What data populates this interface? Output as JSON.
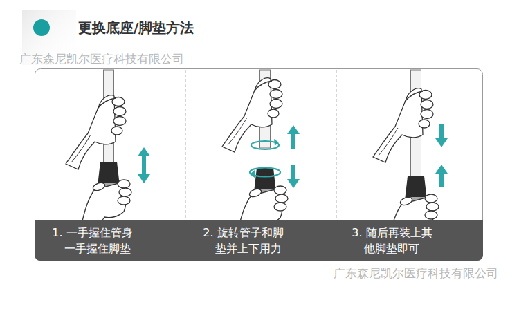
{
  "diagram": {
    "title": "更换底座/脚垫方法",
    "nodes": [
      {
        "text": [
          "1. 一手握住管身 一手握住脚垫"
        ]
      },
      {
        "text": [
          "2. 旋转管子和脚 垫并上下用力"
        ]
      },
      {
        "text": [
          "3. 随后再装上其 他脚垫即可"
        ]
      }
    ],
    "labels": [
      "广东森尼凯尔医疗科技有限公司",
      "广东森尼凯尔医疗科技有限公司"
    ]
  }
}
